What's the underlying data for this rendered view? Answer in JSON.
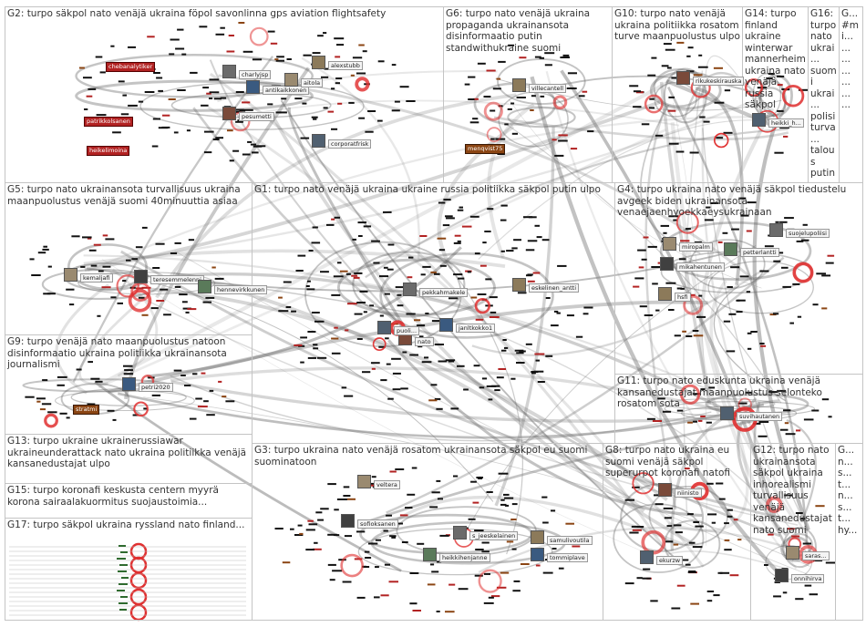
{
  "panels": [
    {
      "id": "G2",
      "title": "G2: turpo säkpol nato venäjä ukraina föpol savonlinna gps aviation flightsafety"
    },
    {
      "id": "G6",
      "title": "G6: turpo nato venäjä ukraina propaganda ukrainansota disinformaatio putin standwithukraine suomi"
    },
    {
      "id": "G10",
      "title": "G10: turpo nato venäjä ukraina politiikka rosatom turve maanpuolustus ulpo"
    },
    {
      "id": "G14",
      "title": "G14: turpo finland ukraine winterwar mannerheim ukraina nato venäjä russia säkpol"
    },
    {
      "id": "G16",
      "title": "G16: turpo nato ukrai... suomi ukrai... polisi turva... talous putin"
    },
    {
      "id": "G19",
      "title": "G... #mi... ... ... ... ... ... ..."
    },
    {
      "id": "G5",
      "title": "G5: turpo nato ukrainansota turvallisuus ukraina maanpuolustus venäjä suomi 40minuuttia asiaa"
    },
    {
      "id": "G1",
      "title": "G1: turpo nato venäjä ukraina ukraine russia politiikka säkpol putin ulpo"
    },
    {
      "id": "G4",
      "title": "G4: turpo ukraina nato venäjä säkpol tiedustelu avgeek biden ukrainansota venaejaenhyoekkaeysukrainaan"
    },
    {
      "id": "G9",
      "title": "G9: turpo venäjä nato maanpuolustus natoon disinformaatio ukraina politiikka ukrainansota journalismi"
    },
    {
      "id": "G11",
      "title": "G11: turpo nato eduskunta ukraina venäjä kansanedustajat maanpuolustus selonteko rosatom sota"
    },
    {
      "id": "G13",
      "title": "G13: turpo ukraine ukrainerussiawar ukraineunderattack nato ukraina politiikka venäjä kansanedustajat ulpo"
    },
    {
      "id": "G15",
      "title": "G15: turpo koronafi keskusta centern myyrä korona sairaalakuormitus suojaustoimia..."
    },
    {
      "id": "G17",
      "title": "G17: turpo säkpol ukraina ryssland nato finland..."
    },
    {
      "id": "G3",
      "title": "G3: turpo ukraina nato venäjä rosatom ukrainansota säkpol eu suomi suominatoon"
    },
    {
      "id": "G8",
      "title": "G8: turpo nato ukraina eu suomi venäjä säkpol superurpot koronafi natofi"
    },
    {
      "id": "G12",
      "title": "G12: turpo nato ukrainansota säkpol ukraina inhorealismi turvallisuus venäjä kansanedustajat nato suomi"
    },
    {
      "id": "G18",
      "title": "G... n... s... t... n... s... t... hy..."
    }
  ],
  "nodes": [
    {
      "label": "charlyjsp",
      "style": "white"
    },
    {
      "label": "alexstubb",
      "style": "white"
    },
    {
      "label": "antikaikkonen",
      "style": "white"
    },
    {
      "label": "pesumetti",
      "style": "white"
    },
    {
      "label": "corporatfrisk",
      "style": "white"
    },
    {
      "label": "aitola",
      "style": "white"
    },
    {
      "label": "chebanalytiker",
      "style": "red"
    },
    {
      "label": "patrikkolsanen",
      "style": "red"
    },
    {
      "label": "heikelimoina",
      "style": "red"
    },
    {
      "label": "villecantell",
      "style": "white"
    },
    {
      "label": "menqvist75",
      "style": "brown"
    },
    {
      "label": "rikukeskirauska",
      "style": "white"
    },
    {
      "label": "heikki_h...",
      "style": "white"
    },
    {
      "label": "kemaljafi",
      "style": "white"
    },
    {
      "label": "teresemmelenni",
      "style": "white"
    },
    {
      "label": "hennevirkkunen",
      "style": "white"
    },
    {
      "label": "pekkahmakele",
      "style": "white"
    },
    {
      "label": "eskelinen_antti",
      "style": "white"
    },
    {
      "label": "janltkokko1",
      "style": "white"
    },
    {
      "label": "nato",
      "style": "white"
    },
    {
      "label": "puoli...",
      "style": "white"
    },
    {
      "label": "miropalm",
      "style": "white"
    },
    {
      "label": "mikahentunen",
      "style": "white"
    },
    {
      "label": "petterlantti",
      "style": "white"
    },
    {
      "label": "suojelupoliisi",
      "style": "white"
    },
    {
      "label": "hsfi",
      "style": "white"
    },
    {
      "label": "petri2020",
      "style": "white"
    },
    {
      "label": "stratmi",
      "style": "brown"
    },
    {
      "label": "suvihautanen",
      "style": "white"
    },
    {
      "label": "veltera",
      "style": "white"
    },
    {
      "label": "sofioksanen",
      "style": "white"
    },
    {
      "label": "heikkihenjanne",
      "style": "white"
    },
    {
      "label": "s_jeeskelainen",
      "style": "white"
    },
    {
      "label": "samulivoutila",
      "style": "white"
    },
    {
      "label": "tommiplave",
      "style": "white"
    },
    {
      "label": "niinisto",
      "style": "white"
    },
    {
      "label": "ekurzw",
      "style": "white"
    },
    {
      "label": "saras...",
      "style": "white"
    },
    {
      "label": "onnihirva",
      "style": "white"
    }
  ]
}
